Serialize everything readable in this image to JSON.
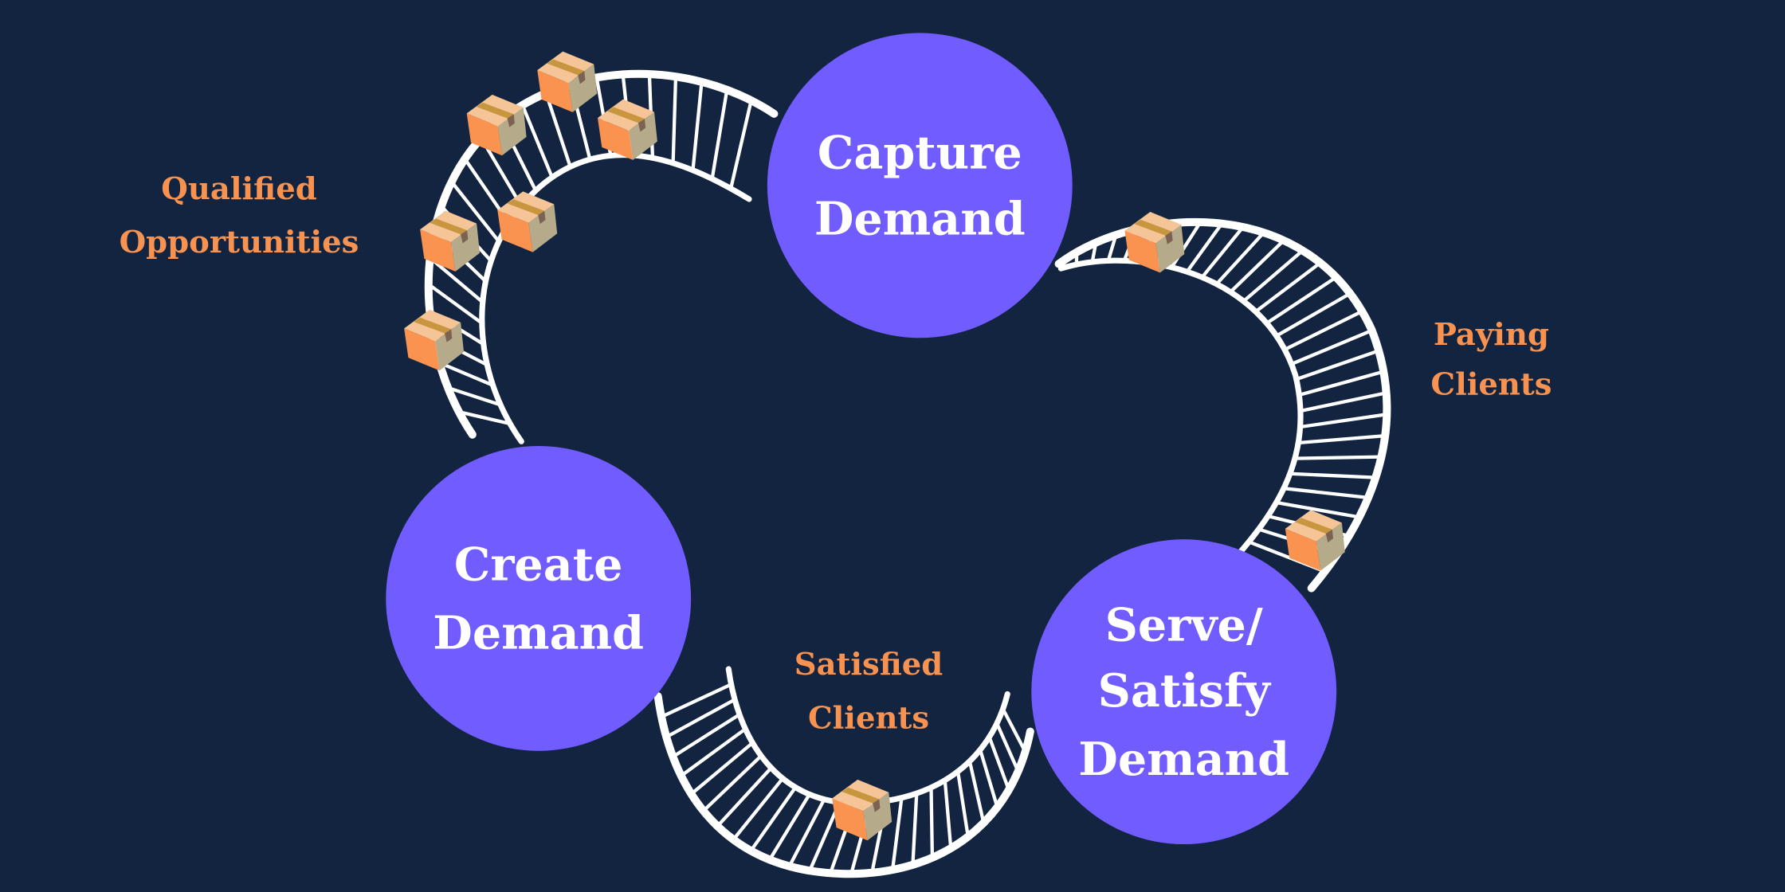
{
  "colors": {
    "background": "#12243f",
    "circle": "#705cff",
    "circle_text": "#ffffff",
    "label": "#f79250",
    "conveyor": "#ffffff",
    "box_top": "#f5c497",
    "box_left": "#fb9350",
    "box_right": "#b5ab8a",
    "box_tape": "#c8963e"
  },
  "stages": [
    {
      "id": "capture",
      "lines": [
        "Capture",
        "Demand"
      ]
    },
    {
      "id": "create",
      "lines": [
        "Create",
        "Demand"
      ]
    },
    {
      "id": "serve",
      "lines": [
        "Serve/",
        "Satisfy",
        "Demand"
      ]
    }
  ],
  "flows": [
    {
      "id": "qualified",
      "lines": [
        "Qualified",
        "Opportunities"
      ],
      "icon": "package-box-icon"
    },
    {
      "id": "paying",
      "lines": [
        "Paying",
        "Clients"
      ],
      "icon": "package-box-icon"
    },
    {
      "id": "satisfied",
      "lines": [
        "Satisfied",
        "Clients"
      ],
      "icon": "package-box-icon"
    }
  ]
}
